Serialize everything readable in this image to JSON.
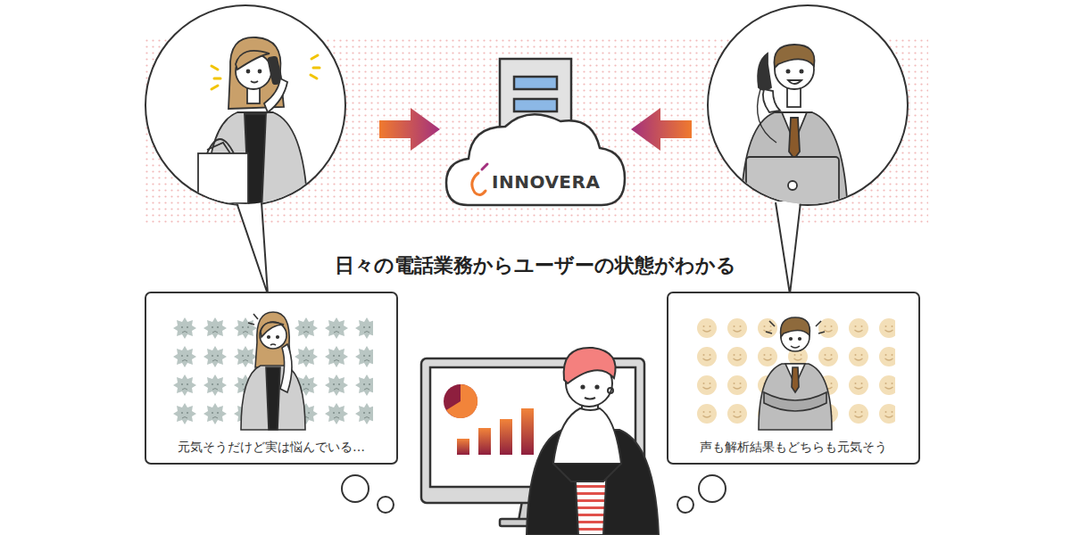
{
  "diagram": {
    "title": "日々の電話業務からユーザーの状態がわかる",
    "nodes": [
      {
        "text": [
          "INNOVERA"
        ]
      },
      {
        "text": [
          "元気そうだけど実は悩んでいる…"
        ]
      },
      {
        "text": [
          "声も解析結果もどちらも元気そう"
        ]
      }
    ]
  }
}
